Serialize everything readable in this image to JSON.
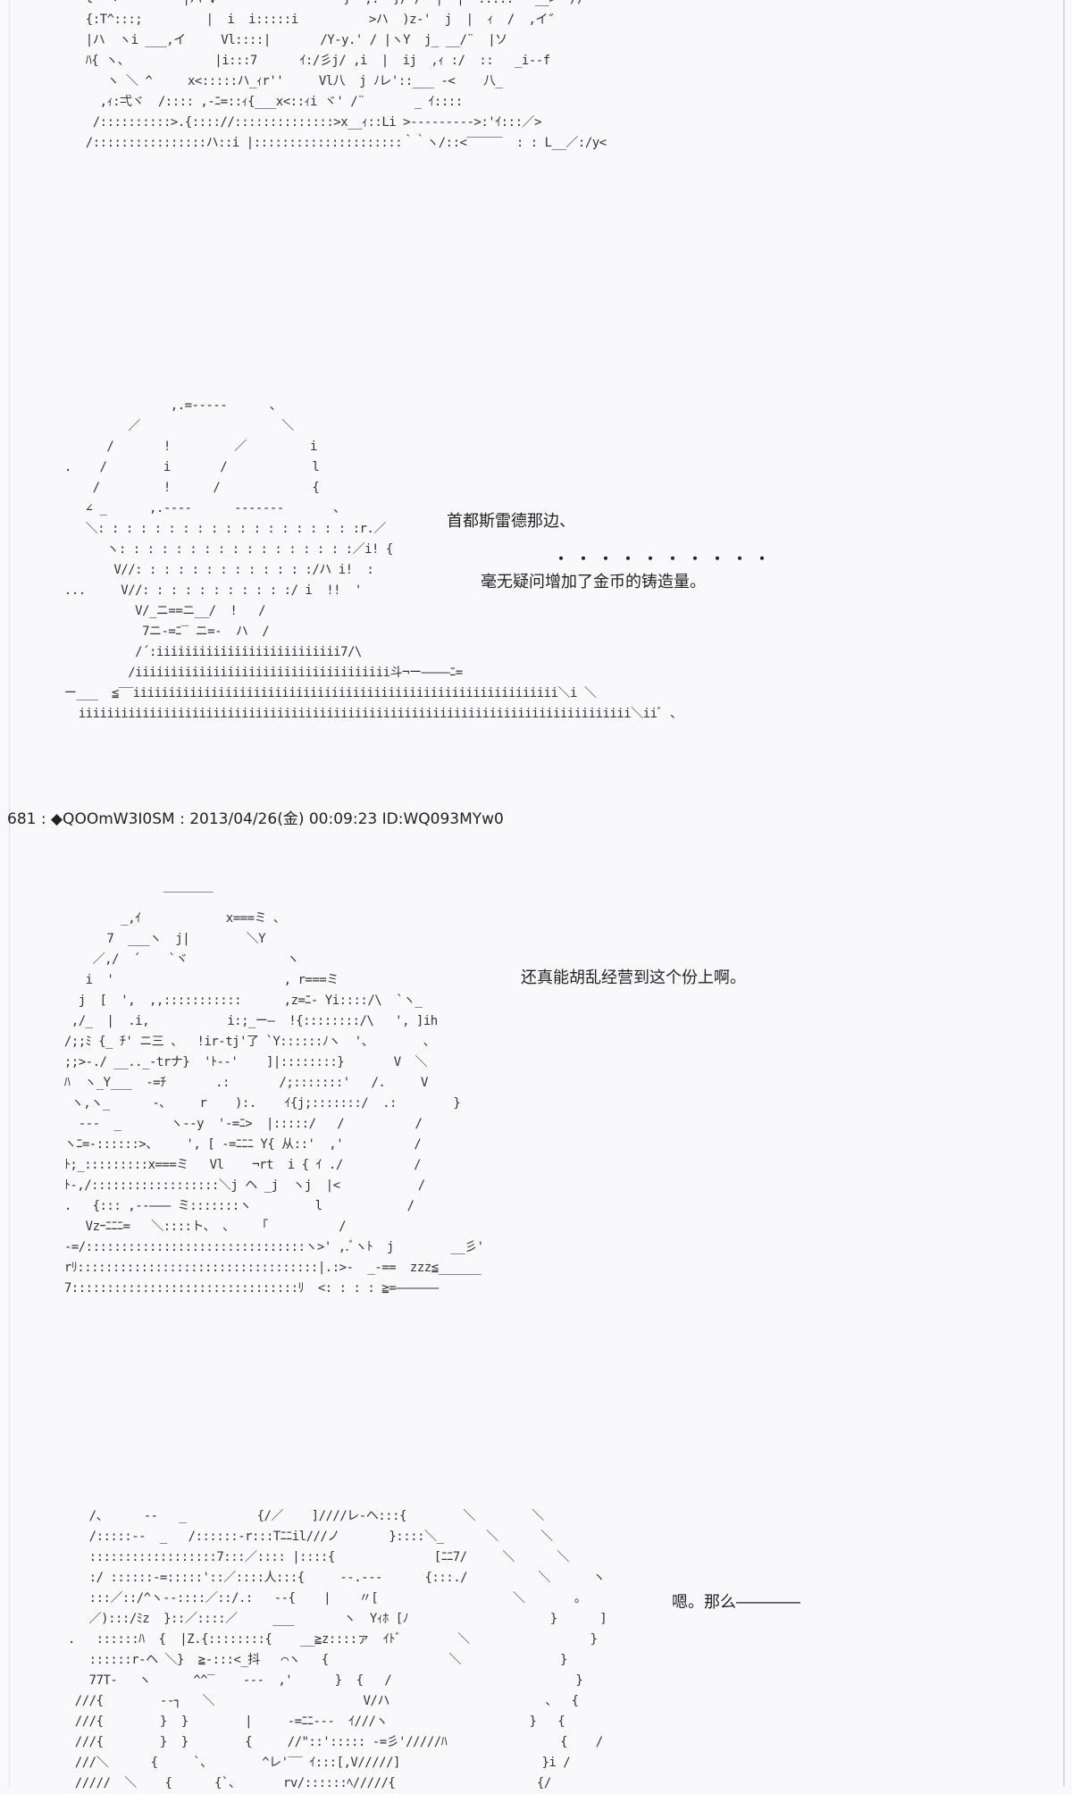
{
  "post_header": "681 : ◆QOOmW3I0SM : 2013/04/26(金) 00:09:23 ID:WQ093MYw0",
  "dialogue": {
    "line1": "首都斯雷德那边、",
    "emphasis_dots": "・・・・・・・・・・",
    "line2": "毫无疑问增加了金币的铸造量。",
    "line3": "还真能胡乱经营到这个份上啊。",
    "line4": "嗯。那么――――"
  },
  "ascii_art": {
    "art1": "   l  ヽ         |ハ V                  }  ,.  }/ /  |  |  :::::   __>  //\n   {:T^:::;         |  i  i:::::i          >ハ  )z-'  j  |  ｨ  /  ,イ″\n   |ハ  ヽi ___,イ     Vl::::|       /Y-y.' / |ヽY  j_ __/¨  |ソ\n   ﾊ{ ヽ、            |i:::7      ｲ:/彡j/ ,i  |  ij  ,ｨ :/  ::   _i--f\n      ヽ ＼ ^     x<:::::ハ_ｨr''     Vl八  j ﾉレ'::___ -<    八_\n     ,ｨ:弌ヾ  /:::: ,-ﾆ=::ｨ{___x<::ｨi ヾ' /¨       _ ｲ::::\n    /::::::::::>.{:::://::::::::::::::>x__ｨ::Li >--------->:'ｲ:::／>\n   /::::::::::::::::ハ::i |:::::::::::::::::::::｀｀ヽ/::<‾‾‾‾‾  : : L__／:/y<",
    "art2": "                 ,.=-----      、\n           ／                    ＼\n        /       !         ／         i\n  .    /        i       /            l\n      /         !      /             {\n     ∠ _      ,.----      -------       、\n     ＼: : : : : : : : : : : : : : : : : : :r.／\n        ヽ: : : : : : : : : : : : : : : : :／i! {\n         V//: : : : : : : : : : : : :/ハ i!  :\n  ...     V//: : : : : : : : : : :/ i  !!  '\n            V/_ニ==ニ__/  !   /\n             7ニ-=ﾆ‾ ニ=-  ハ  /\n            /´:iiiiiiiiiiiiiiiiiiiiiiiiii7/\\\n           /iiiiiiiiiiiiiiiiiiiiiiiiiiiiiiiiiiii斗¬ー――――ﾆ=\n  ー___  ≦‾‾iiiiiiiiiiiiiiiiiiiiiiiiiiiiiiiiiiiiiiiiiiiiiiiiiiiiiiiiiiii＼i ＼\n    iiiiiiiiiiiiiiiiiiiiiiiiiiiiiiiiiiiiiiiiiiiiiiiiiiiiiiiiiiiiiiiiiiiiiiiiiiiiii＼iiﾞ 、",
    "art3": "                ‾‾‾‾‾‾‾\n          _,ｲ            x===ミ 、\n        7  ___ヽ  j|        ＼Y\n      ／,/  ´    `ヾ              ヽ\n     i  '                        , r===ミ\n    j  [  ',  ,,:::::::::::      ,z=ﾆ- Yi::::/\\  `ヽ_\n   ,/_  |  .i,           i:;_ー―  !{::::::::/\\   ', ]ih\n  /;;ﾐ {_ ﾁ' ニ三 、  !ir-tj'了 `Y::::::ﾉヽ  '、       、\n  ;;>-./ __.._-trナ}  'ﾄ-‐'    ]|::::::::}       V  ＼\n  ﾊ  ヽ_Y___  -=ﾁ       .:       /;:::::::'   /.     V\n   ヽ,ヽ_      ‐、    r    ):.    ｲ{j;:::::::/  .:        }\n    ‐‐‐  _       ヽ‐‐y  '-=ﾆ>  |:::::/   /          /\n  ヽﾆ=-::::::>、    ', [ ‐=ﾆﾆﾆ Y{ 从::'  ,'          /\n  ﾄ;_:::::::::x===ミ   Vl    ¬rt  i { ｲ ./          /\n  ﾄ-,/::::::::::::::::::＼j ヘ _j  ヽj  |<           /\n  .   {::: ,-‐――― ミ:::::::ヽ         l            /\n     Vzｰﾆﾆﾆ=   ＼::::ト、 、   「          /\n  -=/:::::::::::::::::::::::::::::::ヽ>' ,.ﾞヽﾄ  j        __彡'\n  rﾘ::::::::::::::::::::::::::::::::::|.:>-  _-==  zzz≦______\n  7::::::::::::::::::::::::::::::::ﾘ  <: : : : ≧=――――――",
    "art4": "     /、     ‐‐   _          {/／    ]////レ‐ヘ:::{        ＼        ＼\n     /:::::‐‐  _   /::::::‐r:::Tﾆﾆil///ノ       }::::＼_      ＼      ＼\n     ::::::::::::::::::7:::／:::: |::::{              [ﾆﾆ7/     ＼      ＼\n     :/ ::::::‐=:::::'::／::::人:::{     ‐‐.‐‐‐      {:::./          ＼      ヽ\n     :::／::/^ヽ‐‐::::／::/.:   ‐‐{    |    〃[                   ＼       。\n     ／):::/ﾐz  }::／::::／     ___       ヽ  Yｨﾎ [ﾉ                    }      ]\n  .   ::::::ﾊ  {  |Z.{::::::::{    __≧z::::ァ  ｲﾄﾞ        ＼                 }\n     ::::::r‐ヘ ＼}  ≧-:::<_抖   ⌒ヽ   {                 ＼              }\n     77T‐   ヽ      ^^‾    ‐‐‐  ,'      }  {   /                          }\n   ///{        ‐‐┐   ＼                     V/ハ                      、  {\n   ///{        }  }        |     -=ﾆﾆ-‐‐  ｲ///ヽ                    }   {\n   ///{        }  }        {     //\"::'::::: ‐=彡'/////ﾊ                {    /\n   ///＼      {     `、       ^レ'‾‾ ｲ:::[,V/////]                    }i /\n   /////  ＼    {      {`、      rv/::::::ﾍ/////{                    {/"
  }
}
